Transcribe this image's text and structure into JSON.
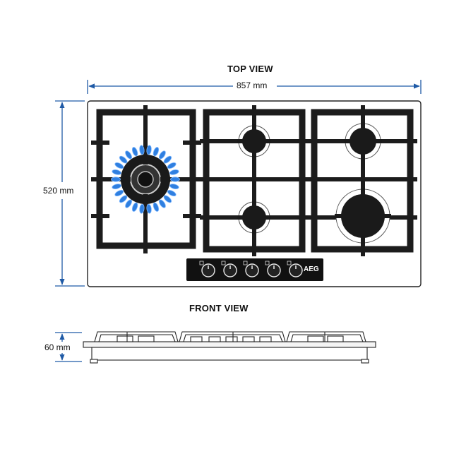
{
  "top_view": {
    "title": "TOP VIEW",
    "width_label": "857 mm",
    "height_label": "520 mm",
    "brand": "AEG"
  },
  "front_view": {
    "title": "FRONT VIEW",
    "height_label": "60 mm"
  },
  "colors": {
    "dimension_line": "#1f5aa6",
    "flame": "#2f7fe0",
    "grate": "#1c1c1c",
    "outline": "#222222"
  }
}
